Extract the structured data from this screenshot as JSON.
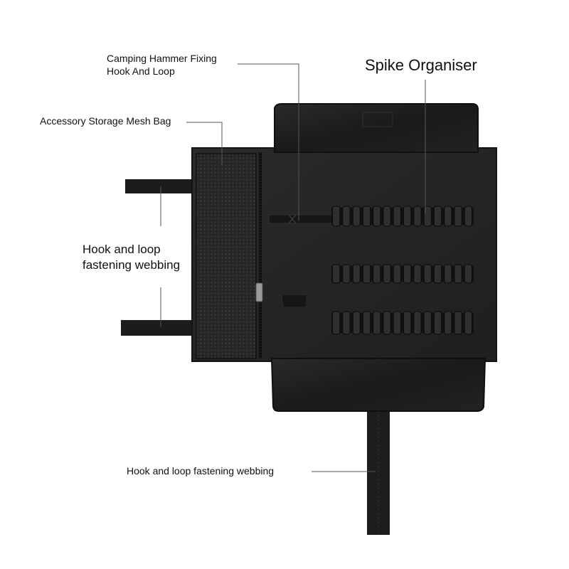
{
  "labels": {
    "hammer_hook": {
      "line1": "Camping Hammer Fixing",
      "line2": "Hook And Loop"
    },
    "spike_organiser": "Spike Organiser",
    "mesh_bag": "Accessory Storage Mesh Bag",
    "side_webbing": {
      "line1": "Hook and loop",
      "line2": "fastening webbing"
    },
    "bottom_webbing": "Hook and loop fastening webbing"
  },
  "colors": {
    "background": "#ffffff",
    "fabric": "#262626",
    "fabric_dark": "#151515",
    "leather": "#1c1c1c",
    "mesh": "#2b2b2b",
    "leader_line": "#555555",
    "text": "#111111"
  },
  "parts": {
    "spike_rows": 3,
    "loops_per_row": 14
  }
}
